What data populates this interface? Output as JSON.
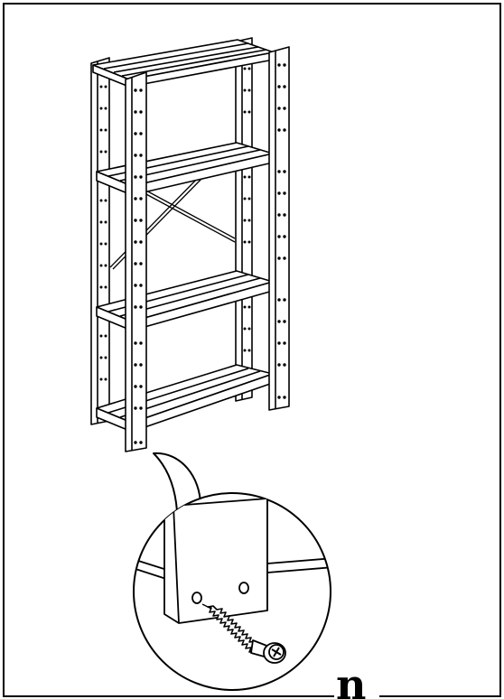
{
  "page": {
    "number": "n"
  },
  "illustration": {
    "subject": "shelving-unit-assembly",
    "detail": "screw-into-upright-hole",
    "line_color": "#000000",
    "background_color": "#ffffff"
  }
}
